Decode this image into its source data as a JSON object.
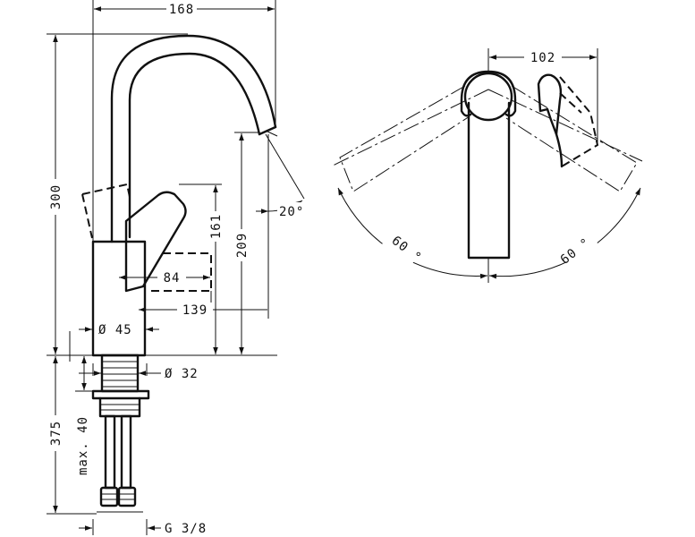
{
  "side_view": {
    "dim_width_top": "168",
    "dim_height_total": "300",
    "dim_handle_height": "161",
    "dim_spout_height": "209",
    "dim_handle_reach": "84",
    "dim_lever_reach": "139",
    "dim_body_diameter": "Ø 45",
    "dim_shank_diameter": "Ø 32",
    "dim_spout_angle": "20°",
    "dim_shank_length": "375",
    "dim_max_thickness": "max. 40",
    "dim_thread": "G 3/8"
  },
  "top_view": {
    "dim_width": "102",
    "dim_swivel_left": "60 °",
    "dim_swivel_right": "60 °"
  }
}
